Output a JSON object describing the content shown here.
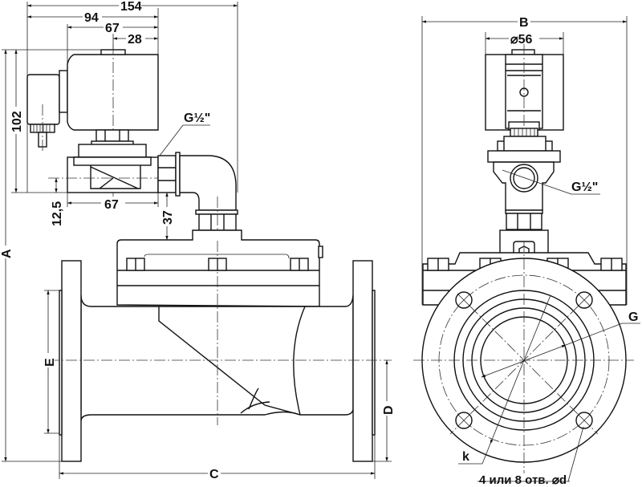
{
  "drawing": {
    "title": "Solenoid valve dimensional drawing",
    "side_view": {
      "dimensions": {
        "overall_width": "154",
        "coil_width": "94",
        "coil_to_center": "67",
        "center_offset": "28",
        "coil_height": "102",
        "pilot_offset": "12,5",
        "pilot_body_length": "67",
        "pilot_to_body": "37",
        "thread_size": "G½\"",
        "height": "A",
        "face_to_face": "C",
        "flange_half": "D",
        "flange_bore": "E"
      }
    },
    "front_view": {
      "dimensions": {
        "overall_width": "B",
        "coil_diameter": "⌀56",
        "thread_size": "G½\"",
        "flange_g": "G",
        "bolt_circle": "k",
        "bolt_holes": "4 или 8 отв. ⌀d"
      }
    }
  }
}
